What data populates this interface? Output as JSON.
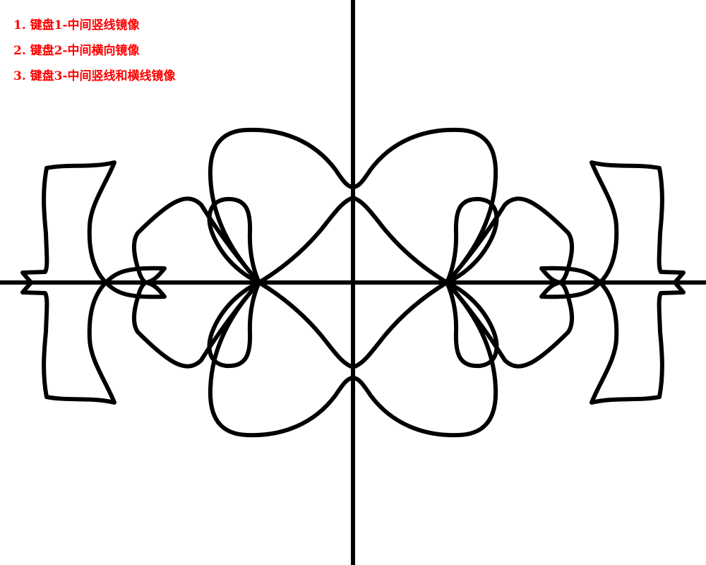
{
  "instructions": [
    "1. 键盘1-中间竖线镜像",
    "2. 键盘2-中间横向镜像",
    "3. 键盘3-中间竖线和横线镜像"
  ],
  "colors": {
    "background": "#ffffff",
    "instruction_text": "#ff0000",
    "stroke": "#000000"
  },
  "mirror_mode": "vertical-and-horizontal"
}
